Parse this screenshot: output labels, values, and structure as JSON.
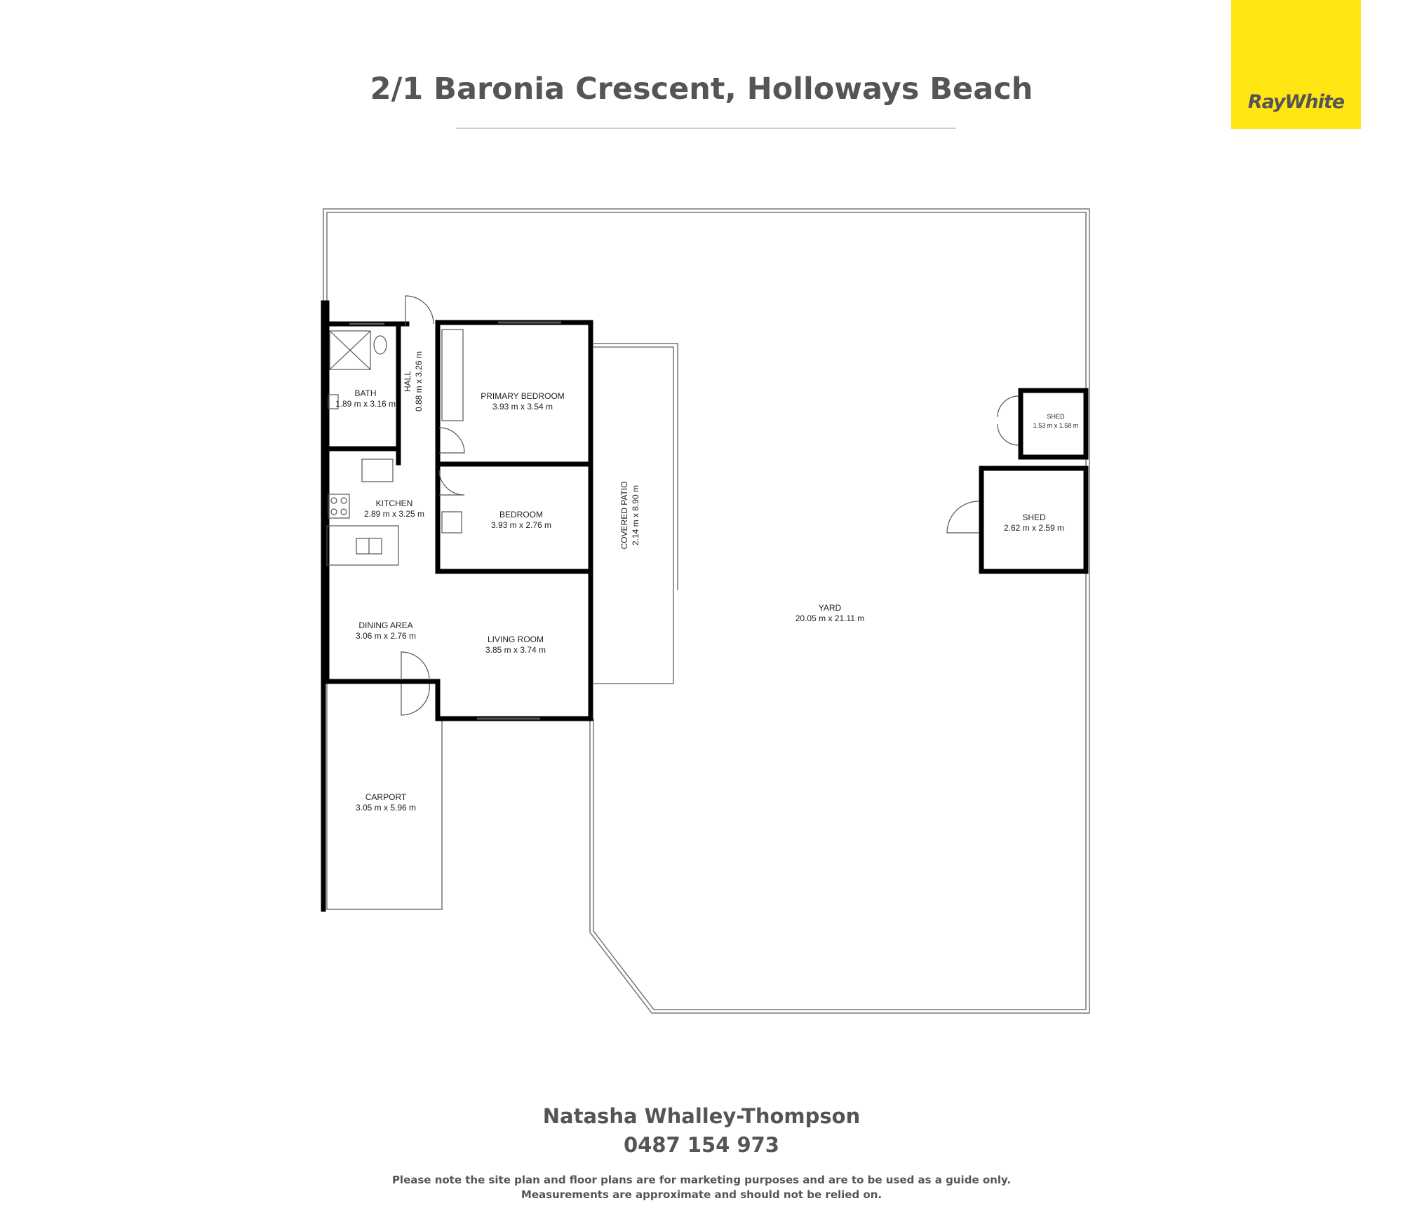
{
  "header": {
    "title": "2/1 Baronia Crescent, Holloways Beach",
    "logo_text": "RayWhite",
    "logo_bg": "#ffe512"
  },
  "rooms": {
    "bath": {
      "name": "BATH",
      "size": "1.89 m x 3.16 m"
    },
    "hall": {
      "name": "HALL",
      "size": "0.88 m x 3.26 m"
    },
    "primary": {
      "name": "PRIMARY BEDROOM",
      "size": "3.93 m x 3.54 m"
    },
    "kitchen": {
      "name": "KITCHEN",
      "size": "2.89 m x 3.25 m"
    },
    "bedroom": {
      "name": "BEDROOM",
      "size": "3.93 m x 2.76 m"
    },
    "patio": {
      "name": "COVERED PATIO",
      "size": "2.14 m x 8.90 m"
    },
    "dining": {
      "name": "DINING AREA",
      "size": "3.06 m x 2.76 m"
    },
    "living": {
      "name": "LIVING ROOM",
      "size": "3.85 m x 3.74 m"
    },
    "carport": {
      "name": "CARPORT",
      "size": "3.05 m x 5.96 m"
    },
    "yard": {
      "name": "YARD",
      "size": "20.05 m x 21.11 m"
    },
    "shed_small": {
      "name": "SHED",
      "size": "1.53 m x 1.58 m"
    },
    "shed_large": {
      "name": "SHED",
      "size": "2.62 m x 2.59 m"
    }
  },
  "footer": {
    "agent_name": "Natasha Whalley-Thompson",
    "phone": "0487 154 973",
    "disclaimer_line1": "Please note the site plan and floor plans are for marketing purposes and are to be used as a guide only.",
    "disclaimer_line2": "Measurements are approximate and should not be relied on."
  }
}
